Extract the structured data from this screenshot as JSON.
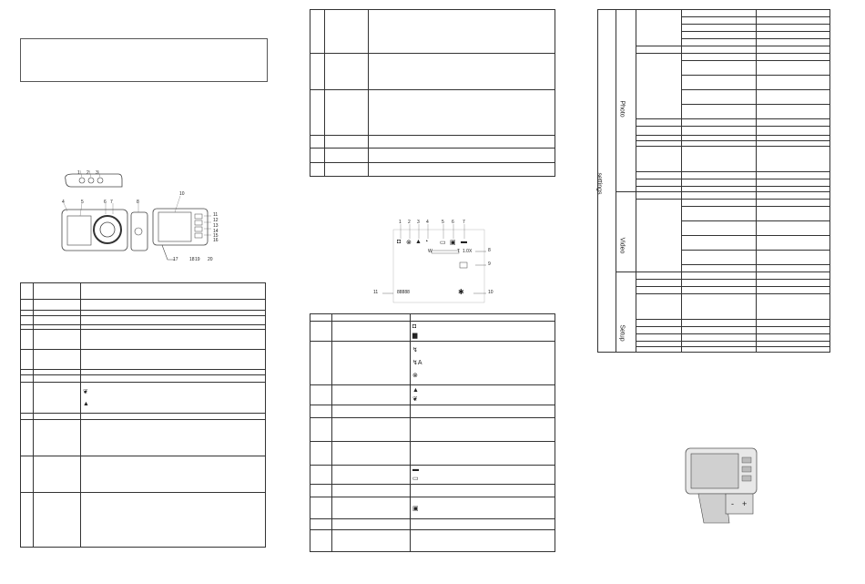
{
  "lcd": {
    "callouts": [
      "1",
      "2",
      "3",
      "4",
      "5",
      "6",
      "7",
      "8",
      "9",
      "10",
      "11"
    ],
    "zoom_text": "1.0X",
    "zoom_w": "W",
    "zoom_t": "T",
    "counter": "88888"
  },
  "diagram": {
    "top_numbers": [
      "1",
      "2",
      "3"
    ],
    "front_numbers": [
      "4",
      "5",
      "6",
      "7"
    ],
    "side_number": "8",
    "back_top_number": "10",
    "right_numbers": [
      "11",
      "12",
      "13",
      "14",
      "15",
      "16"
    ],
    "bottom_numbers": [
      "17",
      "18",
      "19",
      "20"
    ]
  },
  "settings_table": {
    "outer_label": "settings",
    "groups": [
      "Photo",
      "Video",
      "Setup"
    ]
  },
  "icons": {
    "camera": "camera-icon",
    "video": "video-icon",
    "flash": "flash-icon",
    "flash_auto": "flash-auto-icon",
    "flash_off": "flash-off-icon",
    "macro": "macro-icon",
    "landscape": "landscape-icon",
    "battery_full": "battery-full-icon",
    "battery_empty": "battery-empty-icon",
    "sd": "sd-card-icon"
  }
}
